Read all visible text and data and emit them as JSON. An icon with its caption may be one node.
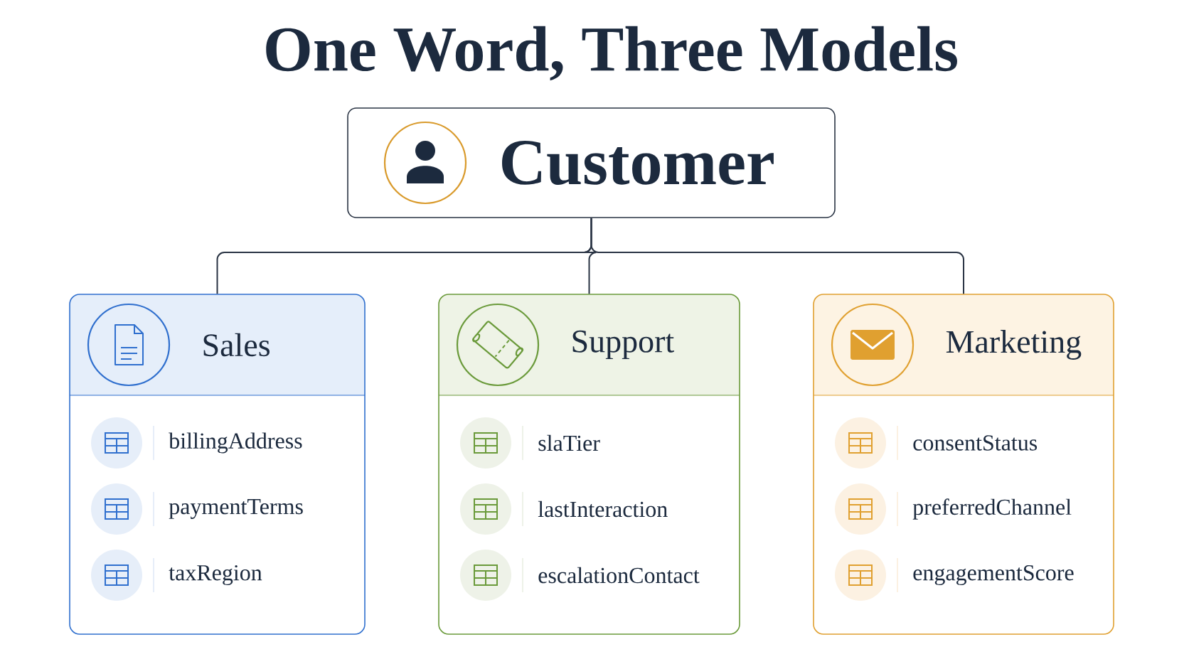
{
  "diagram": {
    "title": "One Word, Three Models",
    "nodes": [
      {
        "text": [
          "Customer"
        ]
      },
      {
        "text": [
          "Sales"
        ]
      },
      {
        "text": [
          "billingAddress"
        ],
        "in": 1
      },
      {
        "text": [
          "paymentTerms"
        ],
        "in": 1
      },
      {
        "text": [
          "taxRegion"
        ],
        "in": 1
      },
      {
        "text": [
          "Support"
        ]
      },
      {
        "text": [
          "slaTier"
        ],
        "in": 5
      },
      {
        "text": [
          "lastInteraction"
        ],
        "in": 5
      },
      {
        "text": [
          "escalationContact"
        ],
        "in": 5
      },
      {
        "text": [
          "Marketing"
        ]
      },
      {
        "text": [
          "consentStatus"
        ],
        "in": 9
      },
      {
        "text": [
          "preferredChannel"
        ],
        "in": 9
      },
      {
        "text": [
          "engagementScore"
        ],
        "in": 9
      }
    ],
    "edges": [
      {
        "from": 0,
        "to": 1,
        "arrow": "none"
      },
      {
        "from": 0,
        "to": 5,
        "arrow": "none"
      },
      {
        "from": 0,
        "to": 9,
        "arrow": "none"
      }
    ]
  }
}
